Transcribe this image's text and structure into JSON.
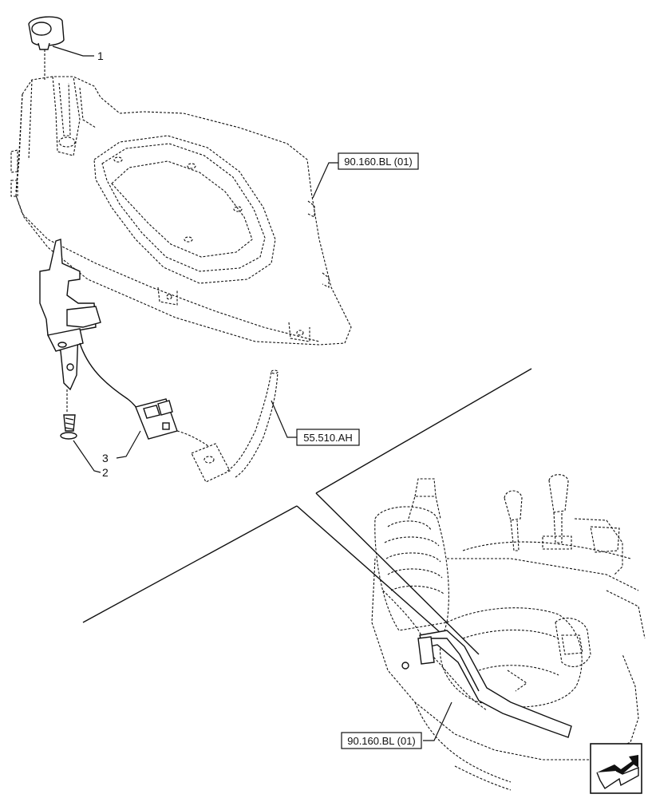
{
  "callouts": {
    "item_1": "1",
    "item_2": "2",
    "item_3": "3"
  },
  "references": {
    "upper_console": "90.160.BL (01)",
    "harness": "55.510.AH",
    "lower_console": "90.160.BL (01)"
  },
  "nav": {
    "icon": "next-page-arrow-icon"
  }
}
